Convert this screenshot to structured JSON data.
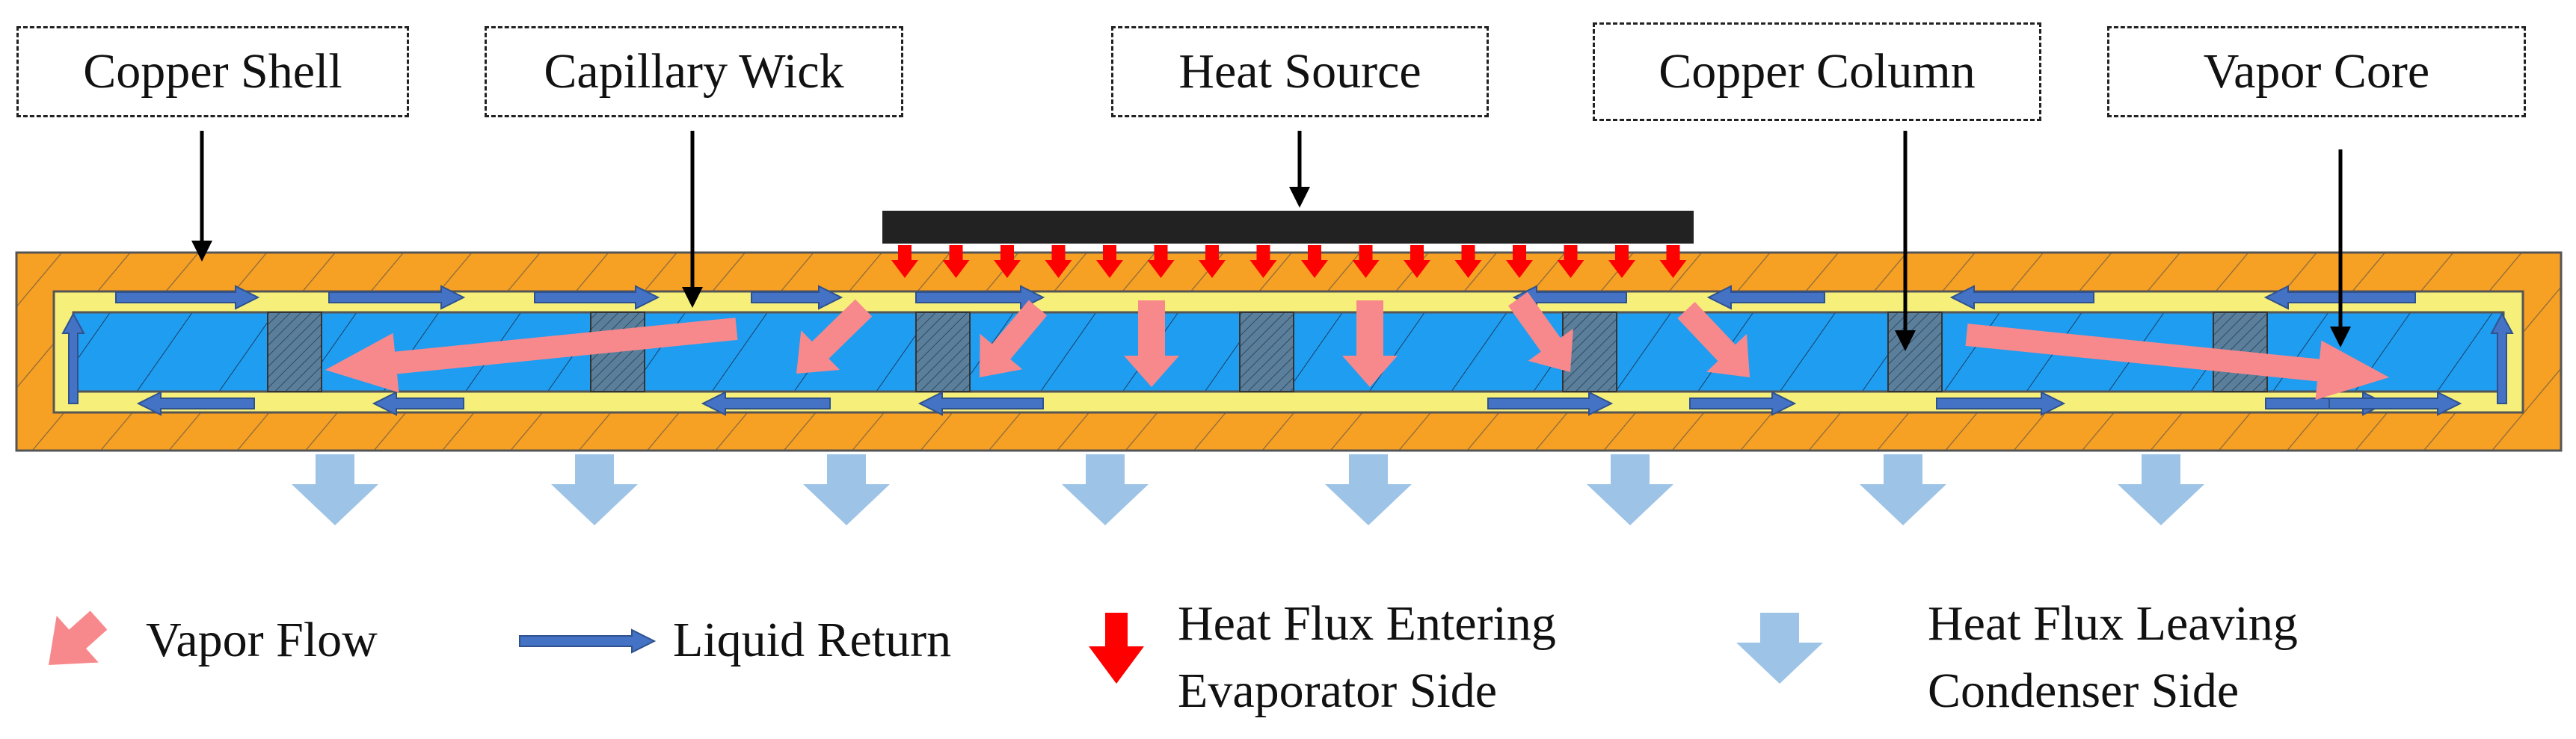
{
  "labels": {
    "copper_shell": "Copper Shell",
    "capillary_wick": "Capillary Wick",
    "heat_source": "Heat Source",
    "copper_column": "Copper Column",
    "vapor_core": "Vapor Core"
  },
  "legend": {
    "vapor_flow": "Vapor Flow",
    "liquid_return": "Liquid Return",
    "heat_in_line1": "Heat Flux Entering",
    "heat_in_line2": "Evaporator Side",
    "heat_out_line1": "Heat Flux Leaving",
    "heat_out_line2": "Condenser Side"
  },
  "colors": {
    "shell": "#f6a024",
    "wick": "#f6f07a",
    "vapor_core": "#1f9df0",
    "column": "#5b7f9b",
    "heater": "#222222",
    "heat_in_arrow": "#ff0000",
    "heat_out_arrow": "#9dc3e6",
    "vapor_arrow": "#f7898c",
    "liquid_arrow": "#4472c4"
  }
}
